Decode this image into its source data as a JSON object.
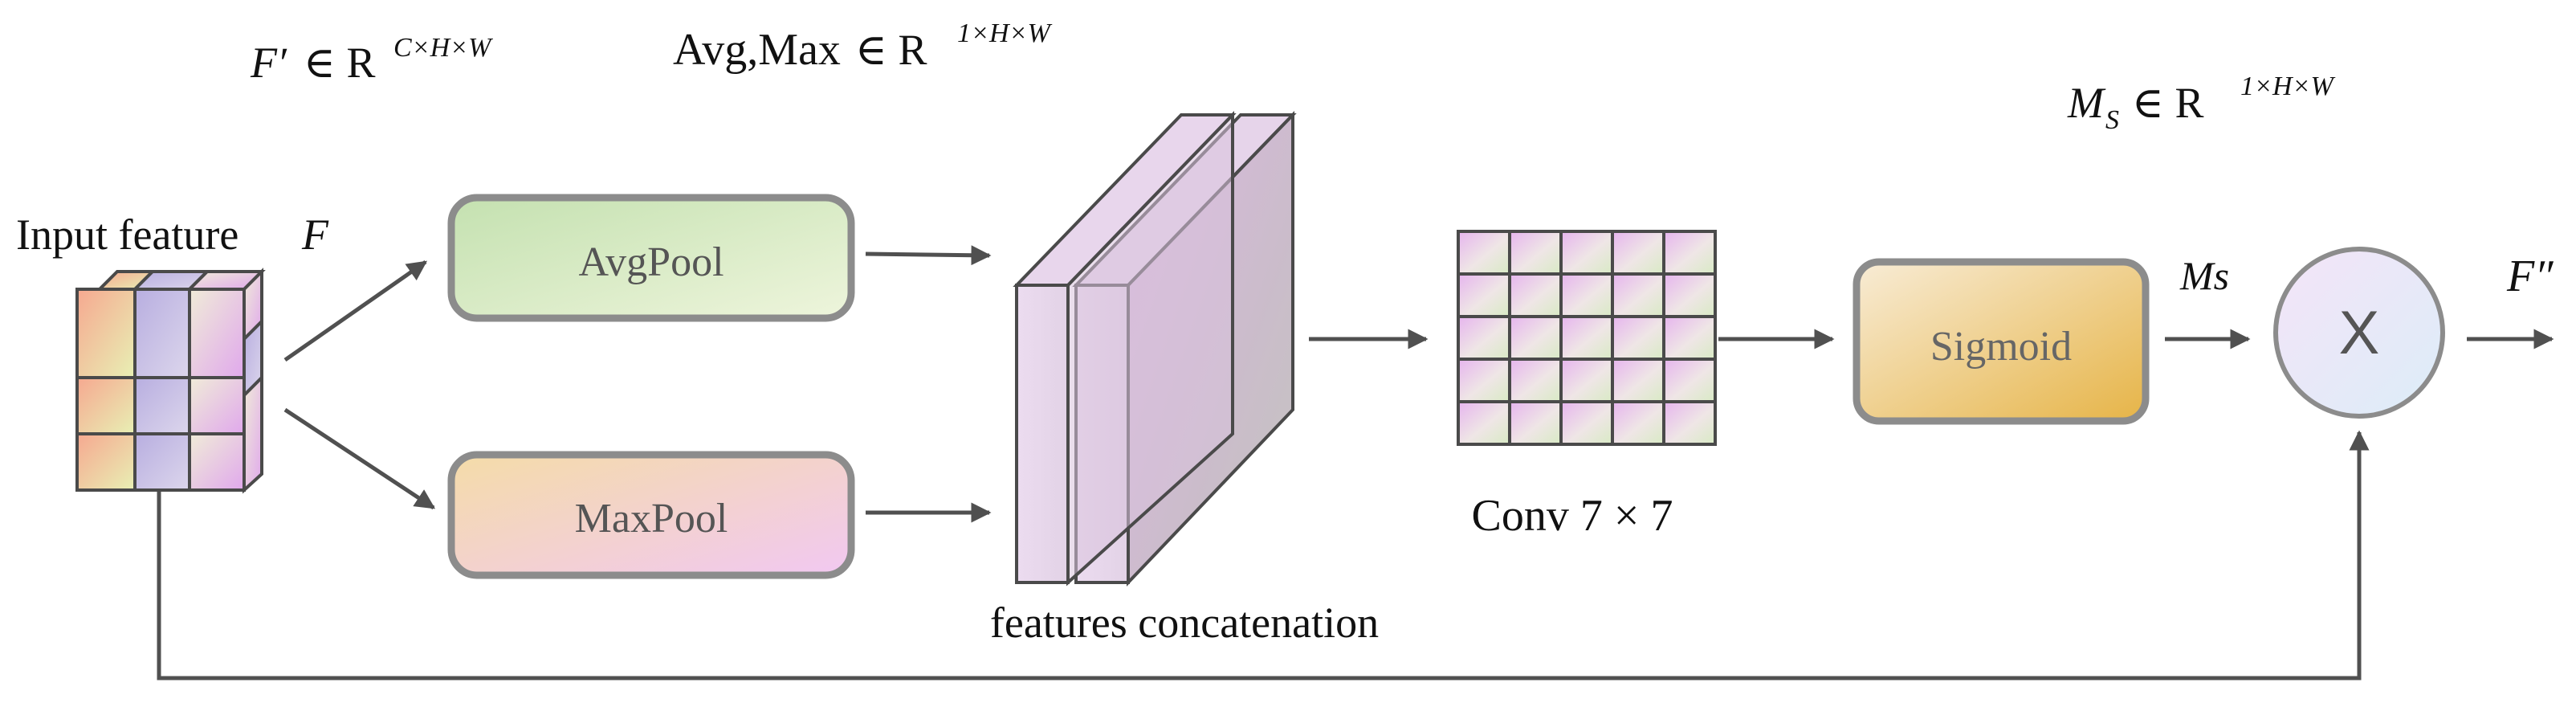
{
  "labels": {
    "input_feature": "Input feature",
    "input_feature_var": "F",
    "f_prime_var": "F′",
    "f_prime_set": "∈ R",
    "f_prime_sup": "C×H×W",
    "avgmax_text": "Avg,Max",
    "avgmax_set": "∈ R",
    "avgmax_sup": "1×H×W",
    "ms_var": "M",
    "ms_sub": "S",
    "ms_set": "∈ R",
    "ms_sup": "1×H×W",
    "avgpool": "AvgPool",
    "maxpool": "MaxPool",
    "features_concat": "features concatenation",
    "conv": "Conv 7 × 7",
    "sigmoid": "Sigmoid",
    "ms_arrow_label": "Ms",
    "multiply": "X",
    "output_var": "F″"
  },
  "colors": {
    "arrow": "#505050",
    "box_border": "#8c8c8c",
    "avgpool_from": "#c4e1b0",
    "avgpool_to": "#eef5dc",
    "maxpool_from": "#f4dca8",
    "maxpool_to": "#f2c8f2",
    "sigmoid_from": "#f8ecd6",
    "sigmoid_to": "#e6b447",
    "circle_from": "#f4e4f8",
    "circle_to": "#dcedf8",
    "plate_fill": "#e8d8ec",
    "plate_back": "#cdc6c6"
  }
}
